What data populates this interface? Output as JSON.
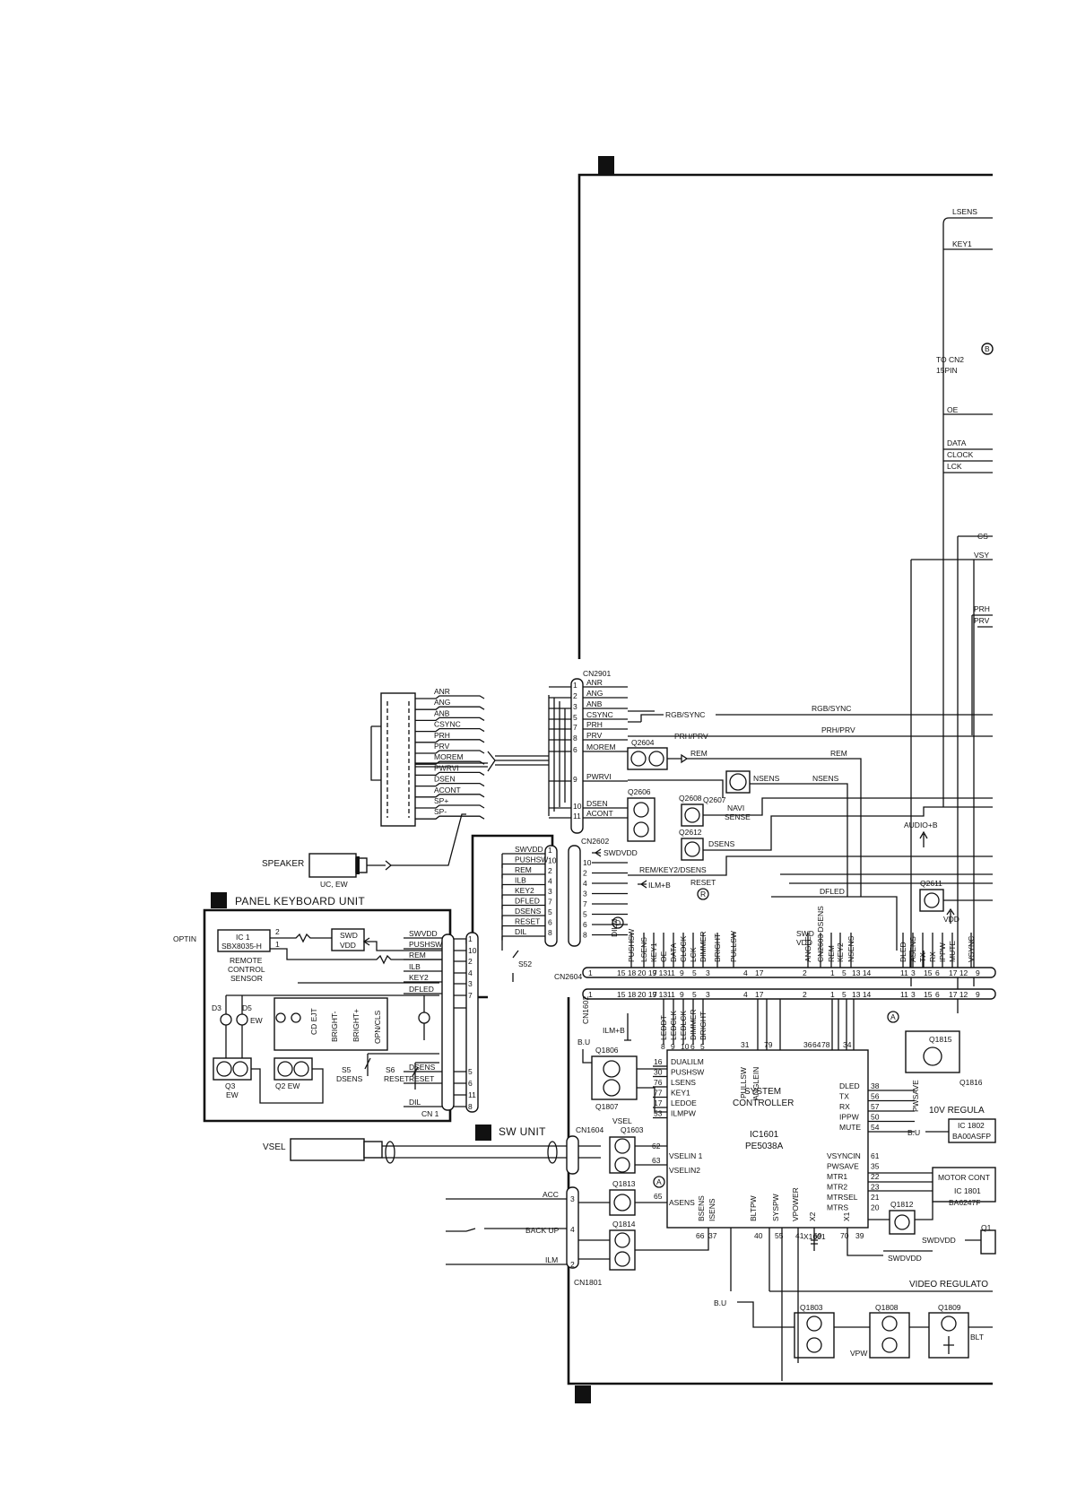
{
  "main_board": {
    "right_signals": [
      "LSENS",
      "KEY1",
      "OE",
      "DATA",
      "CLOCK",
      "LCK",
      "CS",
      "VSY",
      "PRH",
      "PRV"
    ],
    "to_cn_note": [
      "TO CN2",
      "15PIN"
    ],
    "marker_b": "B",
    "marker_a": "A",
    "marker_r": "R",
    "marker_d": "D"
  },
  "left_connector": {
    "pins": [
      "ANR",
      "ANG",
      "ANB",
      "CSYNC",
      "PRH",
      "PRV",
      "MOREM",
      "PWRVI",
      "DSEN",
      "ACONT",
      "SP+",
      "SP-"
    ]
  },
  "speaker": {
    "label": "SPEAKER",
    "sub": "UC, EW"
  },
  "cn2901": {
    "label": "CN2901",
    "signals": [
      "ANR",
      "ANG",
      "ANB",
      "CSYNC",
      "PRH",
      "PRV",
      "MOREM",
      "PWRVI",
      "DSEN",
      "ACONT"
    ],
    "pins": [
      "1",
      "2",
      "3",
      "5",
      "7",
      "8",
      "6",
      "9",
      "10",
      "11"
    ],
    "bus_rgb": "RGB/SYNC",
    "bus_prh": "PRH/PRV",
    "rem": "REM",
    "nsens": "NSENS",
    "navi": [
      "NAVI",
      "SENSE"
    ]
  },
  "transistors": {
    "q2604": "Q2604",
    "q2606": "Q2606",
    "q2608": "Q2608",
    "q2607": "Q2607",
    "q2612": "Q2612",
    "q2611": "Q2611",
    "q1806": "Q1806",
    "q1807": "Q1807",
    "q1603": "Q1603",
    "q1813": "Q1813",
    "q1814": "Q1814",
    "q1815": "Q1815",
    "q1816": "Q1816",
    "q1812": "Q1812",
    "q1803": "Q1803",
    "q1808": "Q1808",
    "q1809": "Q1809",
    "q1": "Q1"
  },
  "cn2602": {
    "label": "CN2602",
    "swdvdd": "SWDVDD",
    "dsens": "DSENS",
    "rem_key": "REM/KEY2/DSENS",
    "ilm": "ILM+B",
    "reset": "RESET"
  },
  "sw_unit_signals": [
    "SWVDD",
    "PUSHSW",
    "REM",
    "ILB",
    "KEY2",
    "DFLED",
    "DSENS",
    "RESET",
    "DIL"
  ],
  "sw_unit_pins": [
    "1",
    "10",
    "2",
    "4",
    "3",
    "7",
    "5",
    "6",
    "8"
  ],
  "sw_unit": {
    "label": "SW UNIT",
    "switch": "S52"
  },
  "panel_unit": {
    "label": "PANEL KEYBOARD UNIT",
    "optin": "OPTIN",
    "ic": [
      "IC 1",
      "SBX8035-H"
    ],
    "sensor": [
      "REMOTE",
      "CONTROL",
      "SENSOR"
    ],
    "swd_vdd": [
      "SWD",
      "VDD"
    ],
    "cn1": "CN 1",
    "d3": "D3",
    "d5": "D5",
    "ew": "EW",
    "q3": "Q3",
    "q2": "Q2 EW",
    "keys": [
      "CD EJT",
      "BRIGHT-",
      "BRIGHT+",
      "OPN/CLS"
    ],
    "s5": [
      "S5",
      "DSENS"
    ],
    "s6": [
      "S6",
      "RESET"
    ],
    "pin_1": "1",
    "pin_2": "2"
  },
  "cn2604": {
    "label": "CN2604",
    "dilm": "DILM",
    "vert_signals": [
      "PUSHSW",
      "LSENS",
      "KEY1",
      "OE",
      "DATA",
      "CLOCK",
      "LCK",
      "DIMMER",
      "BRIGHT",
      "PULLSW",
      "ANGLE",
      "CN2603 DSENS",
      "REM",
      "KEY2",
      "NSENS",
      "DLED",
      "ASENS",
      "TX",
      "RX",
      "IPPW",
      "MUTE",
      "VSYNC"
    ],
    "pin_row": [
      "1",
      "15 18",
      "20 19 13",
      "7",
      "11",
      "9",
      "5",
      "3",
      "4",
      "17",
      "2",
      "1",
      "5",
      "13 14",
      "11",
      "3",
      "15",
      "6",
      "17 12",
      "9"
    ],
    "swd_vdd": [
      "SWD",
      "VDD"
    ],
    "audio": "AUDIO+B",
    "dfled": "DFLED",
    "vdd": "VDD"
  },
  "cn1602": {
    "label": "CN1602",
    "ilm": "ILM+B",
    "bu": "B.U",
    "lower_signals": [
      "LEDDT",
      "LEDCLK",
      "LEDLCK",
      "DIMMER",
      "BRIGHT"
    ],
    "pin_row2": [
      "8",
      "9",
      "10",
      "6",
      "5"
    ]
  },
  "ic1601": {
    "title": [
      "SYSTEM",
      "CONTROLLER",
      "IC1601",
      "PE5038A"
    ],
    "left_pins": [
      "DUALILM",
      "PUSHSW",
      "LSENS",
      "KEY1",
      "LEDOE",
      "ILMPW"
    ],
    "left_nums": [
      "16",
      "30",
      "76",
      "77",
      "17",
      "53"
    ],
    "vsel_pins": [
      "VSELIN 1",
      "VSELIN2"
    ],
    "vsel_nums": [
      "62",
      "63"
    ],
    "asens": "ASENS",
    "asens_num": "65",
    "right_pins": [
      "DLED",
      "TX",
      "RX",
      "IPPW",
      "MUTE"
    ],
    "right_nums": [
      "38",
      "56",
      "57",
      "50",
      "54"
    ],
    "right2_pins": [
      "VSYNCIN",
      "PWSAVE",
      "MTR1",
      "MTR2",
      "MTRSEL",
      "MTRS"
    ],
    "right2_nums": [
      "61",
      "35",
      "22",
      "23",
      "21",
      "20"
    ],
    "top_signals": [
      "PULLSW",
      "ANGLEIN"
    ],
    "top_nums": [
      "31",
      "79",
      "36",
      "64",
      "78",
      "34"
    ],
    "bottom_signals": [
      "BSENS",
      "ISENS",
      "BLTPW",
      "SYSPW",
      "VPOWER",
      "X2",
      "X1"
    ],
    "bottom_nums": [
      "66",
      "37",
      "40",
      "55",
      "41",
      "69",
      "70",
      "39"
    ],
    "xtal": "X1601",
    "swdvdd": "SWDVDD"
  },
  "cn1604": {
    "label": "CN1604",
    "vsel": "VSEL",
    "vsel_mid": "VSEL"
  },
  "cn1801": {
    "label": "CN1801",
    "acc": "ACC",
    "backup": "BACK UP",
    "ilm": "ILM",
    "pins": [
      "3",
      "4",
      "2"
    ]
  },
  "regulators": {
    "ic1802": [
      "IC 1802",
      "BA00ASFP"
    ],
    "reg10v": "10V REGULA",
    "motor": [
      "MOTOR CONT",
      "IC 1801",
      "BA6247F"
    ],
    "video": "VIDEO REGULATO",
    "bu": "B.U",
    "vpw": "VPW",
    "blt": "BLT",
    "pwsave": "PWSAVE",
    "swdvdd": "SWDVDD"
  }
}
